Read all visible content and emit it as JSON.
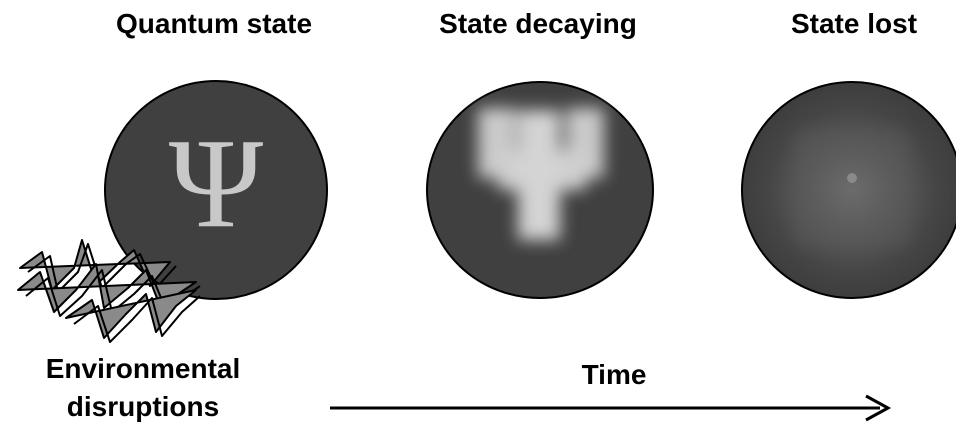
{
  "titles": {
    "stage1": "Quantum state",
    "stage2": "State decaying",
    "stage3": "State lost"
  },
  "symbol": "Ψ",
  "labels": {
    "environment_line1": "Environmental",
    "environment_line2": "disruptions",
    "time": "Time"
  },
  "colors": {
    "sphere": "#404040",
    "glyph": "#c8c8c8",
    "wave_fill": "#8a8a8a",
    "outline": "#000000"
  }
}
